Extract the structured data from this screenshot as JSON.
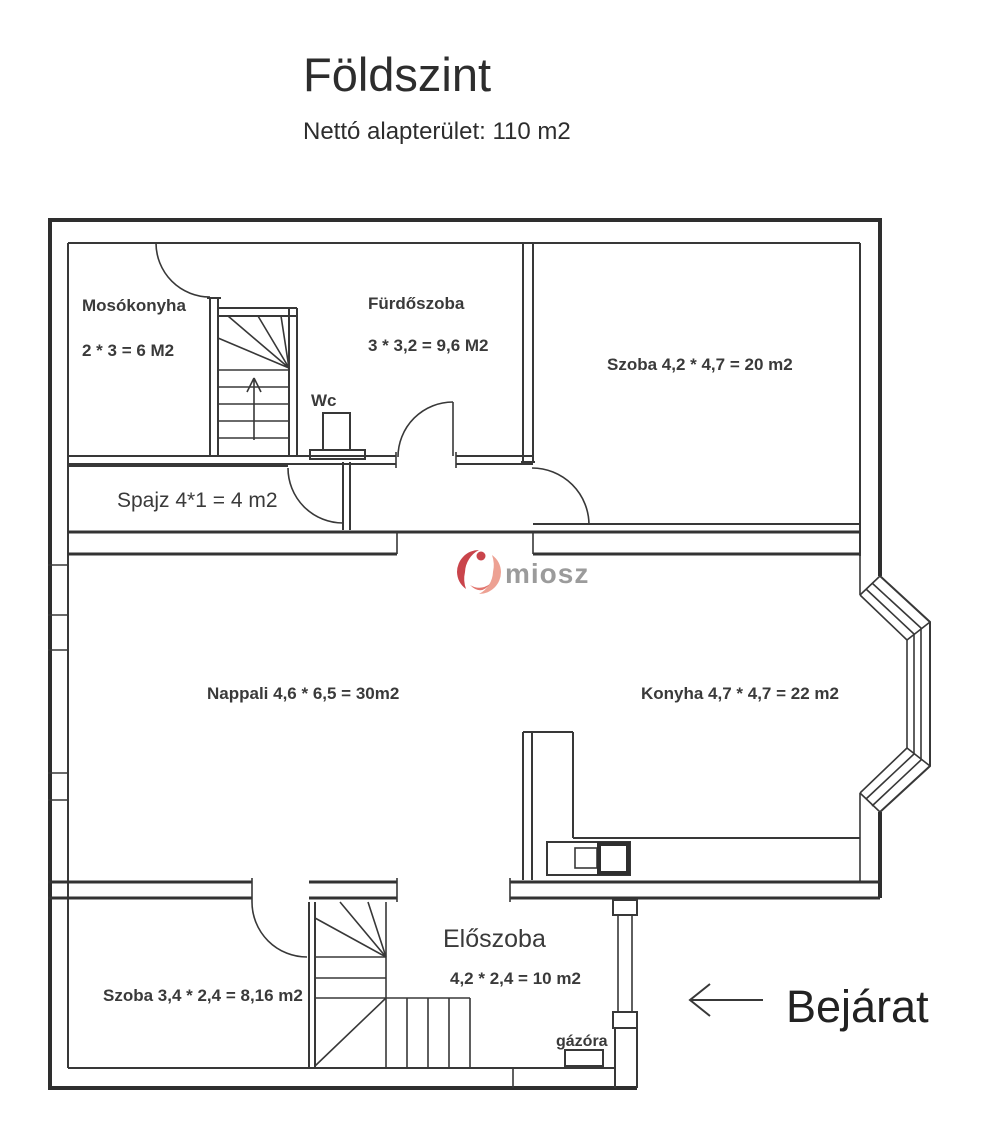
{
  "header": {
    "title": "Földszint",
    "subtitle": "Nettó alapterület: 110 m2"
  },
  "watermark": {
    "brand": "miosz"
  },
  "rooms": {
    "mosokonyha": {
      "name": "Mosókonyha",
      "area": "2 * 3 = 6 M2"
    },
    "furdoszoba": {
      "name": "Fürdőszoba",
      "area": "3 * 3,2 = 9,6 M2"
    },
    "wc": {
      "name": "Wc"
    },
    "szoba_felso": {
      "label": "Szoba 4,2 * 4,7 = 20 m2"
    },
    "spajz": {
      "label": "Spajz 4*1 = 4 m2"
    },
    "nappali": {
      "label": "Nappali 4,6 * 6,5 = 30m2"
    },
    "konyha": {
      "label": "Konyha 4,7 * 4,7 = 22 m2"
    },
    "eloszoba": {
      "name": "Előszoba",
      "area": "4,2 * 2,4 = 10 m2"
    },
    "szoba_also": {
      "label": "Szoba 3,4 * 2,4 = 8,16 m2"
    }
  },
  "annotations": {
    "gazora": "gázóra",
    "bejarat": "Bejárat"
  },
  "colors": {
    "line": "#383838",
    "line_strong": "#2e2e2e",
    "text": "#3a3a3a",
    "watermark_text": "#9b9b9b",
    "logo_red": "#c9444b",
    "logo_salmon": "#eda193",
    "background": "#ffffff"
  }
}
